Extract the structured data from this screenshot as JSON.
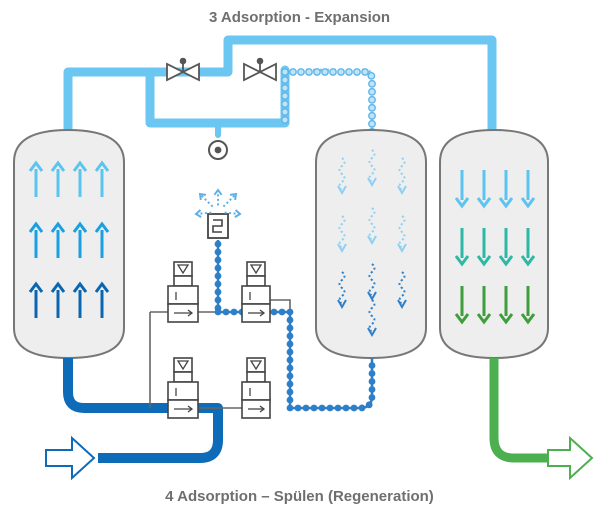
{
  "captions": {
    "top": "3  Adsorption - Expansion",
    "bottom": "4  Adsorption – Spülen (Regeneration)"
  },
  "colors": {
    "pipe_light_blue": "#6cc6f2",
    "pipe_dark_blue": "#0e6bb8",
    "pipe_dotted_blue": "#2d7fc8",
    "pipe_green": "#4caf50",
    "vessel_fill": "#eeeeee",
    "vessel_stroke": "#777777",
    "arrow_light": "#5cc4f0",
    "arrow_mid": "#1aa0e0",
    "arrow_dark": "#0b66b2",
    "arrow_teal": "#2cb8a4",
    "arrow_green": "#3f9e3c",
    "wave_light": "#8fd0f2",
    "wave_dark": "#2f80c8"
  },
  "vessels": [
    {
      "name": "left-adsorber",
      "state": "adsorption-upflow"
    },
    {
      "name": "middle-adsorber",
      "state": "regeneration-expansion"
    },
    {
      "name": "right-adsorber",
      "state": "adsorption-downflow"
    }
  ],
  "icons": {
    "inlet": "inlet-arrow-icon",
    "outlet": "outlet-arrow-icon",
    "valve": "butterfly-valve-icon",
    "gauge": "pressure-gauge-icon",
    "silencer": "exhaust-silencer-icon",
    "solenoid_valve": "solenoid-valve-icon"
  }
}
